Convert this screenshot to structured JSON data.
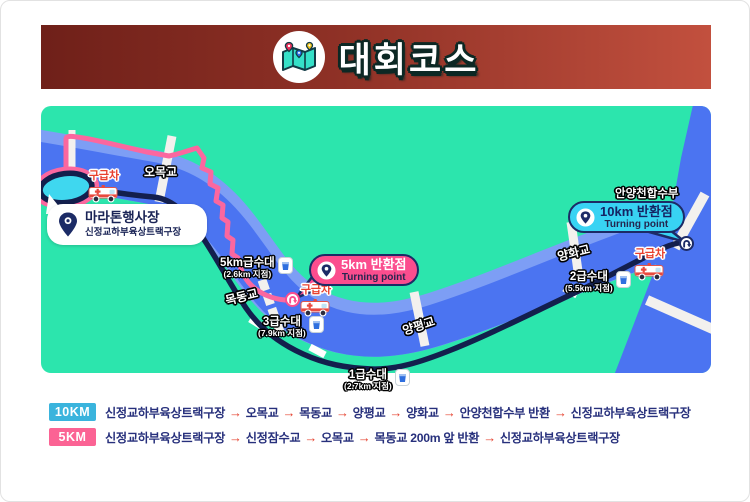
{
  "header": {
    "title": "대회코스"
  },
  "map": {
    "start": {
      "title": "마라톤행사장",
      "subtitle": "신정교하부육상트랙구장"
    },
    "turn5": {
      "title": "5km 반환점",
      "subtitle": "Turning point"
    },
    "turn10": {
      "title": "10km 반환점",
      "subtitle": "Turning point"
    },
    "ambulance_label": "구급차",
    "bridges": {
      "omok": "오목교",
      "mokdong": "목동교",
      "yangpyeong": "양평교",
      "yanghwa": "양화교"
    },
    "confluence_label": "안양천합수부",
    "water_stations": [
      {
        "name": "5km급수대",
        "detail": "(2.6km 지점)"
      },
      {
        "name": "3급수대",
        "detail": "(7.9km 지점)"
      },
      {
        "name": "1급수대",
        "detail": "(2.7km 지점)"
      },
      {
        "name": "2급수대",
        "detail": "(5.5km 지점)"
      }
    ]
  },
  "legend": {
    "arrow": "→",
    "rows": [
      {
        "badge": "10KM",
        "stops": [
          "신정교하부육상트랙구장",
          "오목교",
          "목동교",
          "양평교",
          "양화교",
          "안양천합수부 반환",
          "신정교하부육상트랙구장"
        ]
      },
      {
        "badge": "5KM",
        "stops": [
          "신정교하부육상트랙구장",
          "신정잠수교",
          "오목교",
          "목동교 200m 앞 반환",
          "신정교하부육상트랙구장"
        ]
      }
    ]
  },
  "colors": {
    "map_background": "#2ce5ad",
    "river": "#4b74f1",
    "river_light": "#7d9ef5",
    "course_10km": "#131f4d",
    "course_5km": "#fb679f",
    "turn5_bubble": "#fb4d8e",
    "turn10_bubble": "#38d3f3",
    "header_gradient_left": "#6f2019",
    "header_gradient_right": "#c2503e",
    "legend_badge_10km": "#3ab4dd",
    "legend_badge_5km": "#fb6394",
    "legend_text": "#27307c",
    "arrow_red": "#e5402e",
    "ambulance_text": "#e8402d"
  }
}
